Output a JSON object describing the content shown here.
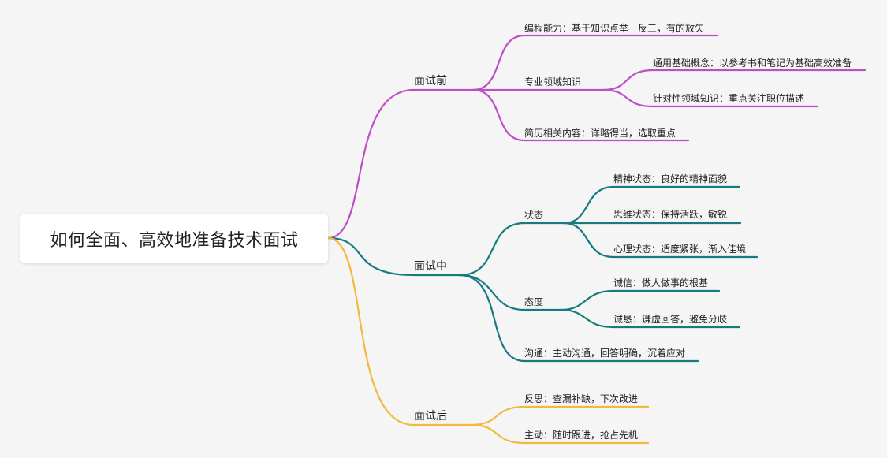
{
  "root": {
    "title": "如何全面、高效地准备技术面试"
  },
  "colors": {
    "before": "#bd4fc6",
    "during": "#167a7e",
    "after": "#f3b93c"
  },
  "branches": {
    "before": {
      "label": "面试前",
      "coding": "编程能力：基于知识点举一反三，有的放矢",
      "domain": "专业领域知识",
      "general": "通用基础概念：以参考书和笔记为基础高效准备",
      "targeted": "针对性领域知识：重点关注职位描述",
      "resume": "简历相关内容：详略得当，选取重点"
    },
    "during": {
      "label": "面试中",
      "state": "状态",
      "spirit": "精神状态：良好的精神面貌",
      "thinking": "思维状态：保持活跃，敏锐",
      "mental": "心理状态：适度紧张，渐入佳境",
      "attitude": "态度",
      "integrity": "诚信：做人做事的根基",
      "sincerity": "诚恳：谦虚回答，避免分歧",
      "communication": "沟通：主动沟通，回答明确，沉着应对"
    },
    "after": {
      "label": "面试后",
      "reflection": "反思：查漏补缺，下次改进",
      "initiative": "主动：随时跟进，抢占先机"
    }
  }
}
